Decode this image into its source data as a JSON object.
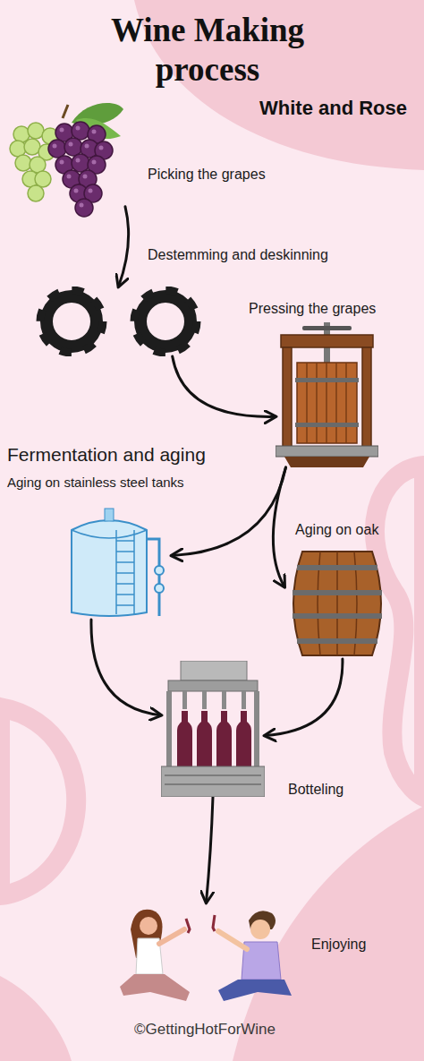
{
  "diagram": {
    "title": "Wine Making process",
    "nodes": [
      {
        "text": [
          "Picking the grapes"
        ]
      },
      {
        "text": [
          "Destemming and deskinning"
        ]
      },
      {
        "text": [
          "Pressing the grapes"
        ]
      },
      {
        "text": [
          "Aging on stainless steel tanks"
        ]
      },
      {
        "text": [
          "Aging on oak"
        ]
      },
      {
        "text": [
          "Botteling"
        ]
      },
      {
        "text": [
          "Enjoying"
        ]
      }
    ],
    "edges": [
      {
        "from": 0,
        "to": 1,
        "arrow": "to"
      },
      {
        "from": 1,
        "to": 2,
        "arrow": "to"
      },
      {
        "from": 2,
        "to": 3,
        "arrow": "to"
      },
      {
        "from": 2,
        "to": 4,
        "arrow": "to"
      },
      {
        "from": 3,
        "to": 5,
        "arrow": "to"
      },
      {
        "from": 4,
        "to": 5,
        "arrow": "to"
      },
      {
        "from": 5,
        "to": 6,
        "arrow": "to"
      }
    ],
    "labels": [
      "White and Rose",
      "Fermentation and aging",
      "©GettingHotForWine"
    ]
  }
}
